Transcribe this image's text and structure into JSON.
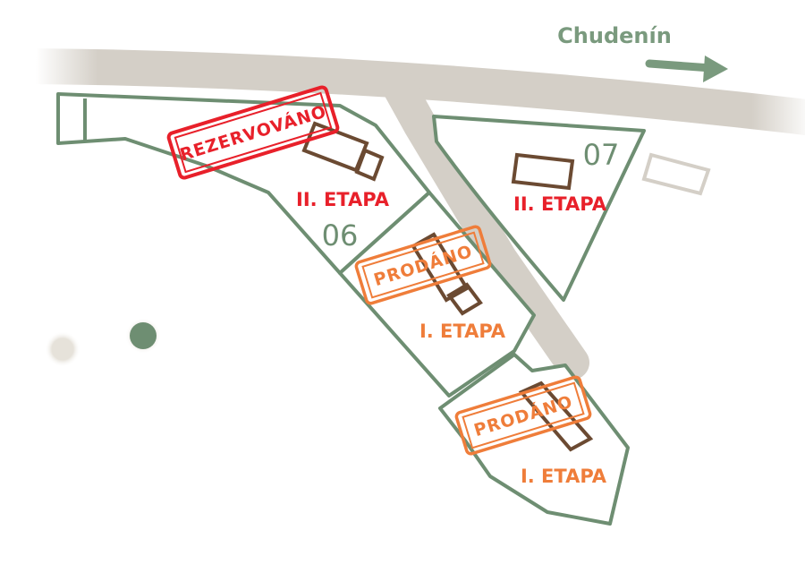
{
  "direction": {
    "label": "Chudenín"
  },
  "plots": [
    {
      "number": "06",
      "stage": "II. ETAPA",
      "status": "Rezervováno"
    },
    {
      "stage": "I. ETAPA",
      "status": "Prodáno"
    },
    {
      "stage": "I. ETAPA",
      "status": "Prodáno"
    },
    {
      "number": "07",
      "stage": "II. ETAPA"
    }
  ],
  "colors": {
    "plot_line": "#6e8e72",
    "road": "#d4cfc7",
    "building": "#6b4a32",
    "reserved": "#e8202a",
    "sold": "#ef7d3a"
  }
}
